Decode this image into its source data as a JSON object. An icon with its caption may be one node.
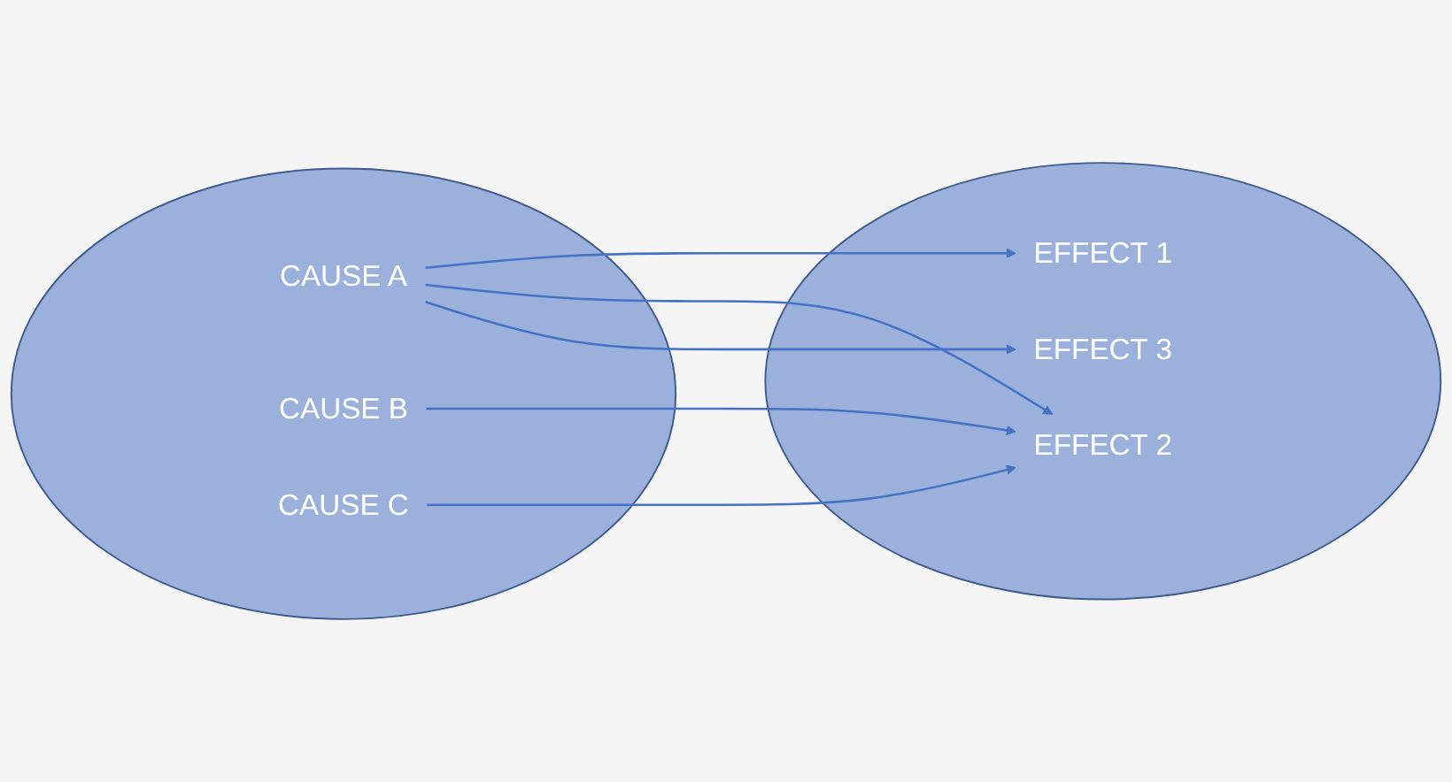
{
  "diagram": {
    "nodes": [
      {
        "text": [],
        "shape": "ellipse"
      },
      {
        "text": [
          "CAUSE A"
        ],
        "in": 0
      },
      {
        "text": [
          "CAUSE B"
        ],
        "in": 0
      },
      {
        "text": [
          "CAUSE C"
        ],
        "in": 0
      },
      {
        "text": [],
        "shape": "ellipse"
      },
      {
        "text": [
          "EFFECT 1"
        ],
        "in": 4
      },
      {
        "text": [
          "EFFECT 2"
        ],
        "in": 4
      },
      {
        "text": [
          "EFFECT 3"
        ],
        "in": 4
      }
    ],
    "edges": [
      {
        "from": 1,
        "to": 5,
        "arrow": "to"
      },
      {
        "from": 1,
        "to": 6,
        "arrow": "to"
      },
      {
        "from": 1,
        "to": 7,
        "arrow": "to"
      },
      {
        "from": 2,
        "to": 6,
        "arrow": "to"
      },
      {
        "from": 3,
        "to": 6,
        "arrow": "to"
      }
    ]
  }
}
